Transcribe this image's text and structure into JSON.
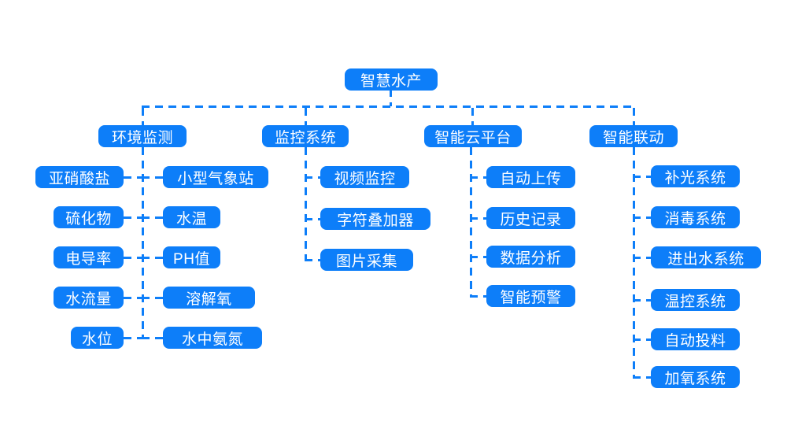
{
  "diagram": {
    "accent_color": "#0d7ef9",
    "background_color": "#ffffff",
    "root_label": "智慧水产",
    "branches": [
      {
        "label": "环境监测",
        "left_children": [
          "亚硝酸盐",
          "硫化物",
          "电导率",
          "水流量",
          "水位"
        ],
        "right_children": [
          "小型气象站",
          "水温",
          "PH值",
          "溶解氧",
          "水中氨氮"
        ]
      },
      {
        "label": "监控系统",
        "children": [
          "视频监控",
          "字符叠加器",
          "图片采集"
        ]
      },
      {
        "label": "智能云平台",
        "children": [
          "自动上传",
          "历史记录",
          "数据分析",
          "智能预警"
        ]
      },
      {
        "label": "智能联动",
        "children": [
          "补光系统",
          "消毒系统",
          "进出水系统",
          "温控系统",
          "自动投料",
          "加氧系统"
        ]
      }
    ]
  }
}
